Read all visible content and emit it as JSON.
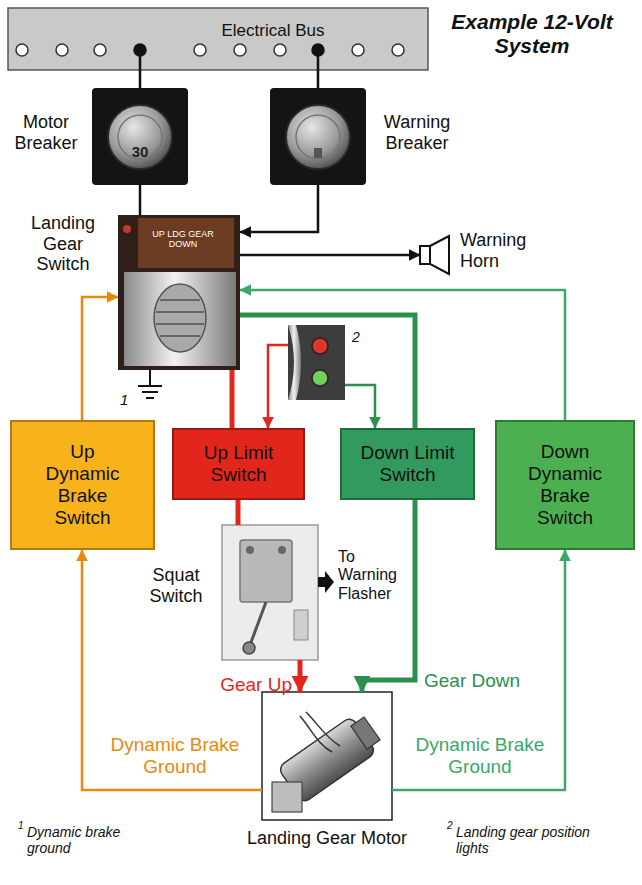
{
  "diagram": {
    "title": "Example 12-Volt System",
    "nodes": [
      {
        "text": [
          "Electrical Bus"
        ]
      },
      {
        "text": [
          "Motor Breaker",
          "30"
        ]
      },
      {
        "text": [
          "Warning Breaker"
        ]
      },
      {
        "text": [
          "Landing Gear Switch",
          "UP LDG GEAR DOWN"
        ]
      },
      {
        "text": [
          "Warning Horn"
        ]
      },
      {
        "text": [
          "2"
        ]
      },
      {
        "text": [
          "Up Dynamic Brake Switch"
        ]
      },
      {
        "text": [
          "Up Limit Switch"
        ]
      },
      {
        "text": [
          "Down Limit Switch"
        ]
      },
      {
        "text": [
          "Down Dynamic Brake Switch"
        ]
      },
      {
        "text": [
          "Squat Switch"
        ]
      },
      {
        "text": [
          "Landing Gear Motor"
        ]
      }
    ],
    "edges": [
      {
        "from": 0,
        "to": 1,
        "arrow": "none"
      },
      {
        "from": 0,
        "to": 2,
        "arrow": "none"
      },
      {
        "from": 1,
        "to": 3,
        "arrow": "none"
      },
      {
        "from": 2,
        "to": 3,
        "arrow": "to"
      },
      {
        "from": 3,
        "to": 4,
        "arrow": "to"
      },
      {
        "from": 5,
        "to": 7,
        "arrow": "to"
      },
      {
        "from": 5,
        "to": 8,
        "arrow": "to"
      },
      {
        "from": 3,
        "to": 7,
        "arrow": "none"
      },
      {
        "from": 3,
        "to": 8,
        "arrow": "none"
      },
      {
        "from": 7,
        "to": 10,
        "arrow": "none"
      },
      {
        "from": 10,
        "to": 11,
        "label": "Gear Up",
        "arrow": "to"
      },
      {
        "from": 8,
        "to": 11,
        "label": "Gear Down",
        "arrow": "to"
      },
      {
        "from": 11,
        "to": 6,
        "label": "Dynamic Brake Ground",
        "arrow": "to"
      },
      {
        "from": 6,
        "to": 3,
        "arrow": "to"
      },
      {
        "from": 11,
        "to": 9,
        "label": "Dynamic Brake Ground",
        "arrow": "to"
      },
      {
        "from": 9,
        "to": 3,
        "arrow": "to"
      }
    ],
    "labels": [
      "1",
      "To Warning Flasher",
      "1",
      "Dynamic brake ground",
      "2",
      "Landing gear position lights"
    ]
  }
}
